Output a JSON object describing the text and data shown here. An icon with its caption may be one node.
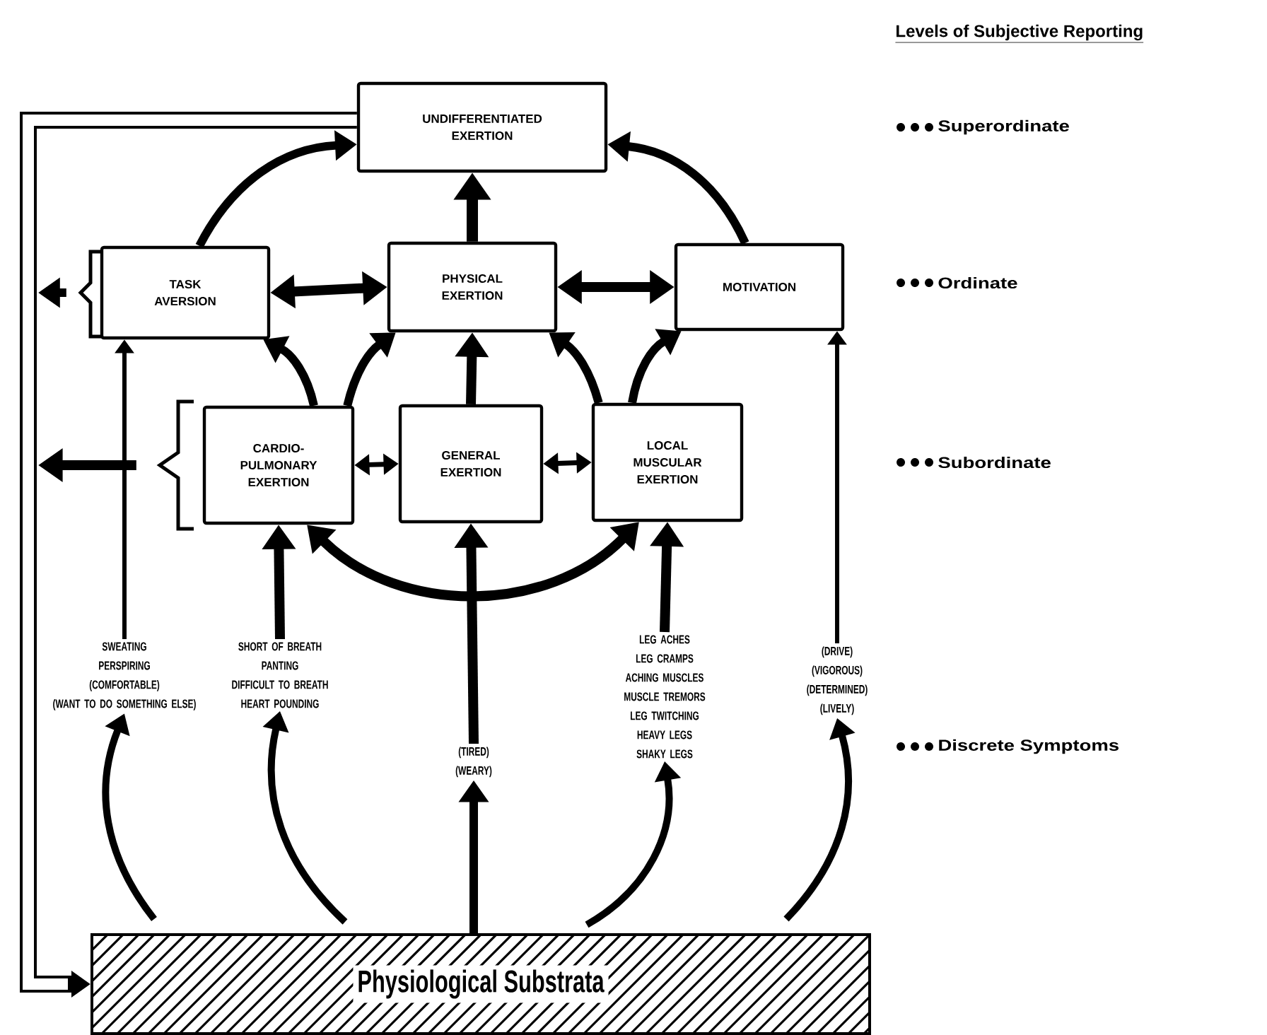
{
  "diagram": {
    "nodes": [
      {
        "text": [
          "UNDIFFERENTIATED EXERTION"
        ]
      },
      {
        "text": [
          "TASK AVERSION"
        ]
      },
      {
        "text": [
          "PHYSICAL EXERTION"
        ]
      },
      {
        "text": [
          "MOTIVATION"
        ]
      },
      {
        "text": [
          "CARDIO-PULMONARY EXERTION"
        ]
      },
      {
        "text": [
          "GENERAL EXERTION"
        ]
      },
      {
        "text": [
          "LOCAL MUSCULAR EXERTION"
        ]
      },
      {
        "text": [
          "SWEATING",
          "PERSPIRING",
          "(COMFORTABLE)",
          "(WANT TO DO SOMETHING ELSE)"
        ]
      },
      {
        "text": [
          "SHORT OF BREATH",
          "PANTING",
          "DIFFICULT TO BREATH",
          "HEART POUNDING"
        ]
      },
      {
        "text": [
          "(TIRED)",
          "(WEARY)"
        ]
      },
      {
        "text": [
          "LEG ACHES",
          "LEG CRAMPS",
          "ACHING MUSCLES",
          "MUSCLE TREMORS",
          "LEG TWITCHING",
          "HEAVY LEGS",
          "SHAKY LEGS"
        ]
      },
      {
        "text": [
          "(DRIVE)",
          "(VIGOROUS)",
          "(DETERMINED)",
          "(LIVELY)"
        ]
      },
      {
        "text": [
          "Physiological Substrata"
        ]
      }
    ],
    "edges": [
      {
        "from": 12,
        "to": 7,
        "arrow": "to"
      },
      {
        "from": 12,
        "to": 8,
        "arrow": "to"
      },
      {
        "from": 12,
        "to": 9,
        "arrow": "to"
      },
      {
        "from": 12,
        "to": 10,
        "arrow": "to"
      },
      {
        "from": 12,
        "to": 11,
        "arrow": "to"
      },
      {
        "from": 7,
        "to": 1,
        "arrow": "to"
      },
      {
        "from": 8,
        "to": 4,
        "arrow": "to"
      },
      {
        "from": 9,
        "to": 5,
        "arrow": "to"
      },
      {
        "from": 10,
        "to": 6,
        "arrow": "to"
      },
      {
        "from": 11,
        "to": 3,
        "arrow": "to"
      },
      {
        "from": 4,
        "to": 5,
        "arrow": "both"
      },
      {
        "from": 5,
        "to": 6,
        "arrow": "both"
      },
      {
        "from": 4,
        "to": 6,
        "arrow": "both"
      },
      {
        "from": 4,
        "to": 1,
        "arrow": "to"
      },
      {
        "from": 4,
        "to": 2,
        "arrow": "to"
      },
      {
        "from": 5,
        "to": 2,
        "arrow": "to"
      },
      {
        "from": 6,
        "to": 2,
        "arrow": "to"
      },
      {
        "from": 6,
        "to": 3,
        "arrow": "to"
      },
      {
        "from": 1,
        "to": 2,
        "arrow": "both"
      },
      {
        "from": 2,
        "to": 3,
        "arrow": "both"
      },
      {
        "from": 1,
        "to": 0,
        "arrow": "to"
      },
      {
        "from": 2,
        "to": 0,
        "arrow": "to"
      },
      {
        "from": 3,
        "to": 0,
        "arrow": "to"
      },
      {
        "from": 1,
        "to": null,
        "arrow": "to"
      },
      {
        "from": 4,
        "to": null,
        "arrow": "to"
      },
      {
        "from": 0,
        "to": 12,
        "arrow": "to",
        "style": "thick"
      }
    ],
    "labels": [
      "Levels of Subjective Reporting",
      "Superordinate",
      "Ordinate",
      "Subordinate",
      "Discrete Symptoms"
    ]
  }
}
